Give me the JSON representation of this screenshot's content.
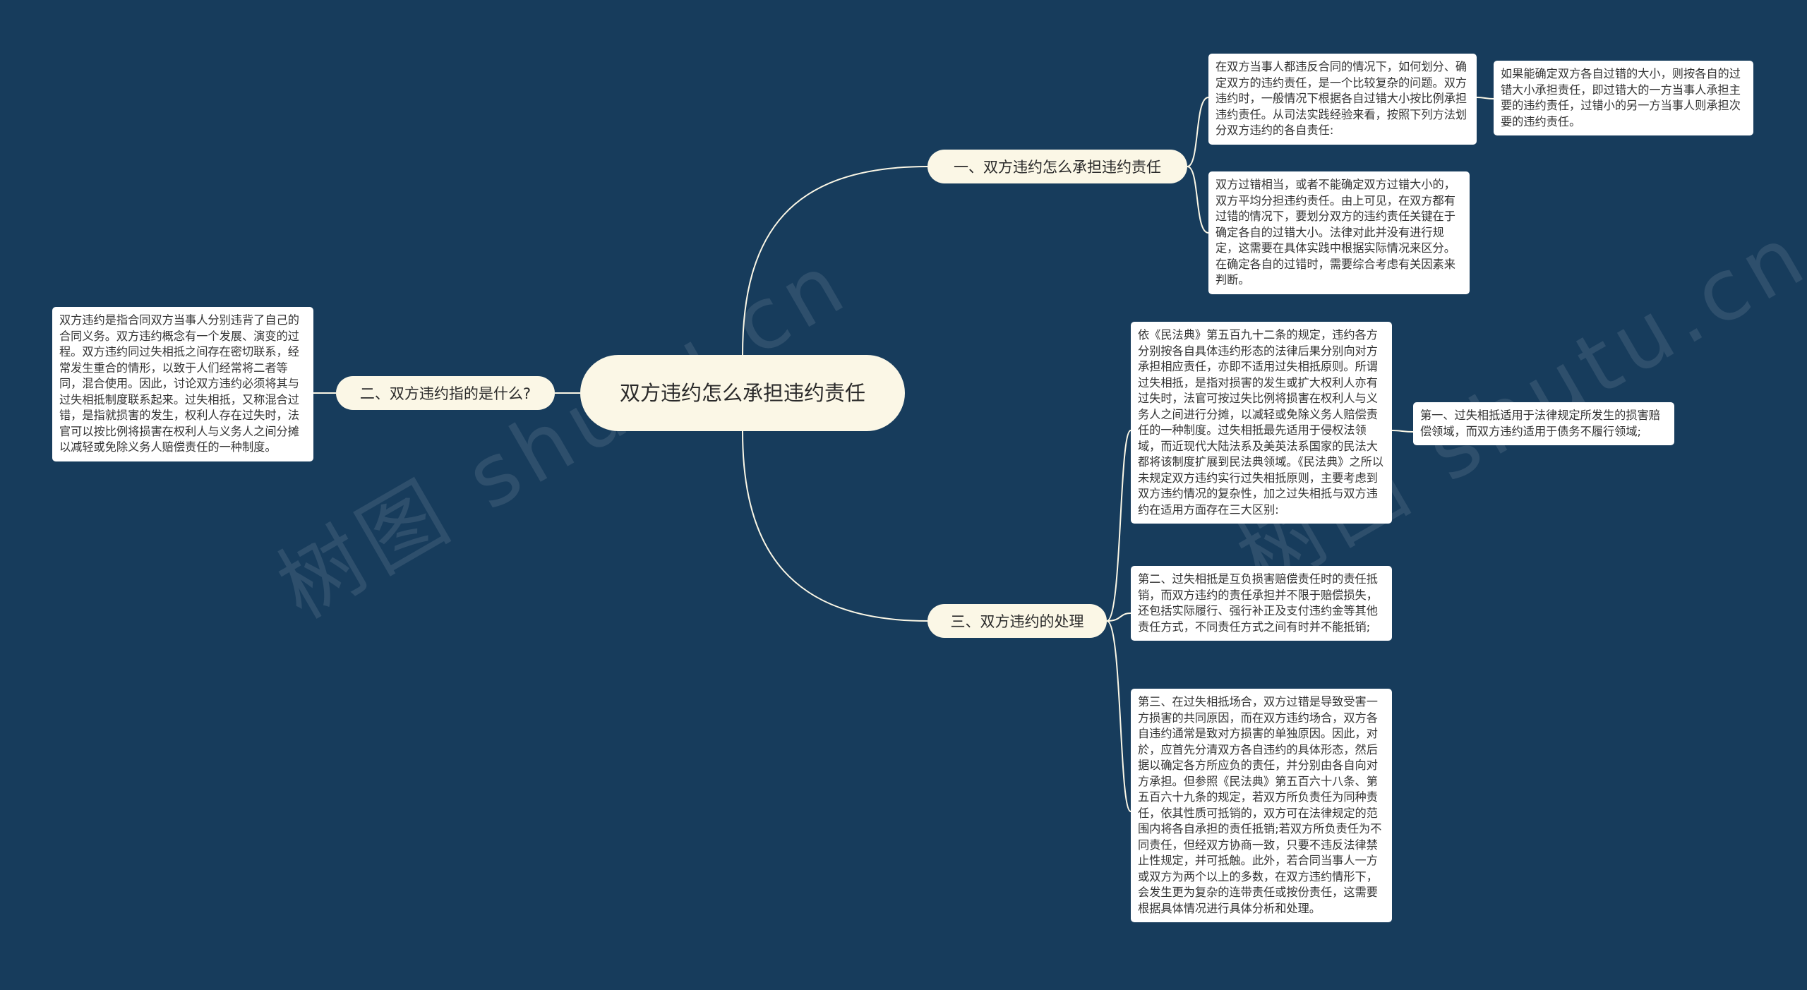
{
  "colors": {
    "background": "#173c5c",
    "line": "#fbf7e6",
    "root_fill": "#fbf7e6",
    "branch_fill": "#fbf7e6",
    "leaf_fill": "#ffffff"
  },
  "mindmap": {
    "root": "双方违约怎么承担违约责任",
    "branches": [
      {
        "label": "一、双方违约怎么承担违约责任",
        "children": [
          {
            "text": "在双方当事人都违反合同的情况下，如何划分、确定双方的违约责任，是一个比较复杂的问题。双方违约时，一般情况下根据各自过错大小按比例承担违约责任。从司法实践经验来看，按照下列方法划分双方违约的各自责任:",
            "children": [
              {
                "text": "如果能确定双方各自过错的大小，则按各自的过错大小承担责任，即过错大的一方当事人承担主要的违约责任，过错小的另一方当事人则承担次要的违约责任。"
              }
            ]
          },
          {
            "text": "双方过错相当，或者不能确定双方过错大小的，双方平均分担违约责任。由上可见，在双方都有过错的情况下，要划分双方的违约责任关键在于确定各自的过错大小。法律对此并没有进行规定，这需要在具体实践中根据实际情况来区分。在确定各自的过错时，需要综合考虑有关因素来判断。"
          }
        ]
      },
      {
        "label": "二、双方违约指的是什么?",
        "children": [
          {
            "text": "双方违约是指合同双方当事人分别违背了自己的合同义务。双方违约概念有一个发展、演变的过程。双方违约同过失相抵之间存在密切联系，经常发生重合的情形，以致于人们经常将二者等同，混合使用。因此，讨论双方违约必须将其与过失相抵制度联系起来。过失相抵，又称混合过错，是指就损害的发生，权利人存在过失时，法官可以按比例将损害在权利人与义务人之间分摊以减轻或免除义务人赔偿责任的一种制度。"
          }
        ]
      },
      {
        "label": "三、双方违约的处理",
        "children": [
          {
            "text": "依《民法典》第五百九十二条的规定，违约各方分别按各自具体违约形态的法律后果分别向对方承担相应责任，亦即不适用过失相抵原则。所谓过失相抵，是指对损害的发生或扩大权利人亦有过失时，法官可按过失比例将损害在权利人与义务人之间进行分摊，以减轻或免除义务人赔偿责任的一种制度。过失相抵最先适用于侵权法领域，而近现代大陆法系及美英法系国家的民法大都将该制度扩展到民法典领域。《民法典》之所以未规定双方违约实行过失相抵原则，主要考虑到双方违约情况的复杂性，加之过失相抵与双方违约在适用方面存在三大区别:",
            "children": [
              {
                "text": "第一、过失相抵适用于法律规定所发生的损害赔偿领域，而双方违约适用于债务不履行领域;"
              }
            ]
          },
          {
            "text": "第二、过失相抵是互负损害赔偿责任时的责任抵销，而双方违约的责任承担并不限于赔偿损失，还包括实际履行、强行补正及支付违约金等其他责任方式，不同责任方式之间有时并不能抵销;"
          },
          {
            "text": "第三、在过失相抵场合，双方过错是导致受害一方损害的共同原因，而在双方违约场合，双方各自违约通常是致对方损害的单独原因。因此，对於，应首先分清双方各自违约的具体形态，然后据以确定各方所应负的责任，并分别由各自向对方承担。但参照《民法典》第五百六十八条、第五百六十九条的规定，若双方所负责任为同种责任，依其性质可抵销的，双方可在法律规定的范围内将各自承担的责任抵销;若双方所负责任为不同责任，但经双方协商一致，只要不违反法律禁止性规定，并可抵触。此外，若合同当事人一方或双方为两个以上的多数，在双方违约情形下，会发生更为复杂的连带责任或按份责任，这需要根据具体情况进行具体分析和处理。"
          }
        ]
      }
    ]
  }
}
